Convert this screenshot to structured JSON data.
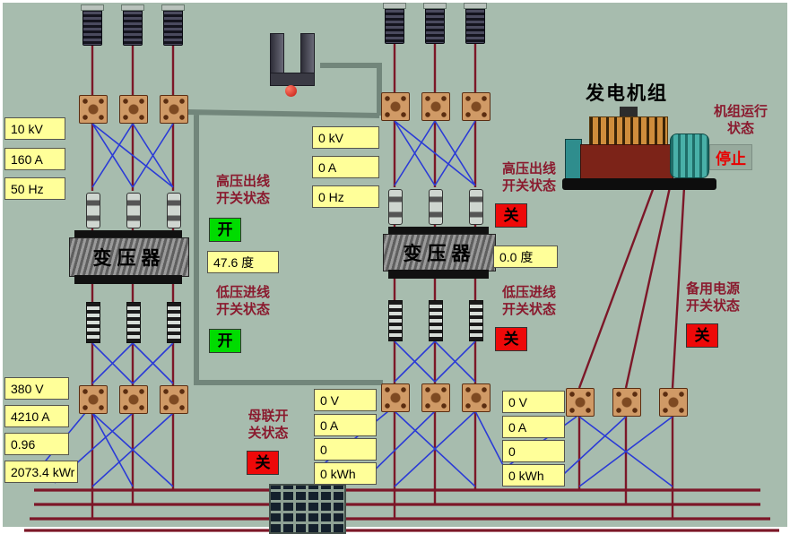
{
  "colors": {
    "background": "#a7bcae",
    "label_yellow": "#ffff99",
    "indicator_on_green": "#00dc00",
    "indicator_off_red": "#ee0909",
    "power_line_maroon": "#7c1728",
    "control_line_blue": "#2b3bd6",
    "gray_link": "#72867b",
    "status_text_maroon": "#8a1a2e"
  },
  "icons": {
    "disconnector": "striped-dark-bar",
    "breaker": "orange-dotted-box",
    "load_switch": "gray-banded-bar",
    "fuse": "black-white-striped-bar",
    "hoist": "u-shape-with-red-ball",
    "cabinet": "dark-cell-grid"
  },
  "top_left_meters": [
    "10 kV",
    "160 A",
    "50 Hz"
  ],
  "top_mid_meters": [
    "0 kV",
    "0 A",
    "0 Hz"
  ],
  "left_temp": "47.6 度",
  "mid_temp": "0.0 度",
  "bottom_left_meters": [
    "380 V",
    "4210 A",
    "0.96",
    "2073.4 kWr"
  ],
  "bottom_mid_meters": [
    "0 V",
    "0 A",
    "0",
    "0 kWh"
  ],
  "bottom_right_meters": [
    "0 V",
    "0 A",
    "0",
    "0 kWh"
  ],
  "transformers": {
    "label": "变压器"
  },
  "status": {
    "hv_left": {
      "label": "高压出线\n开关状态",
      "value": "开"
    },
    "lv_left": {
      "label": "低压进线\n开关状态",
      "value": "开"
    },
    "hv_mid": {
      "label": "高压出线\n开关状态",
      "value": "关"
    },
    "lv_mid": {
      "label": "低压进线\n开关状态",
      "value": "关"
    },
    "bus_tie": {
      "label": "母联开\n关状态",
      "value": "关"
    },
    "backup": {
      "label": "备用电源\n开关状态",
      "value": "关"
    }
  },
  "generator": {
    "title": "发电机组",
    "status_label": "机组运行\n状态",
    "status_value": "停止"
  }
}
